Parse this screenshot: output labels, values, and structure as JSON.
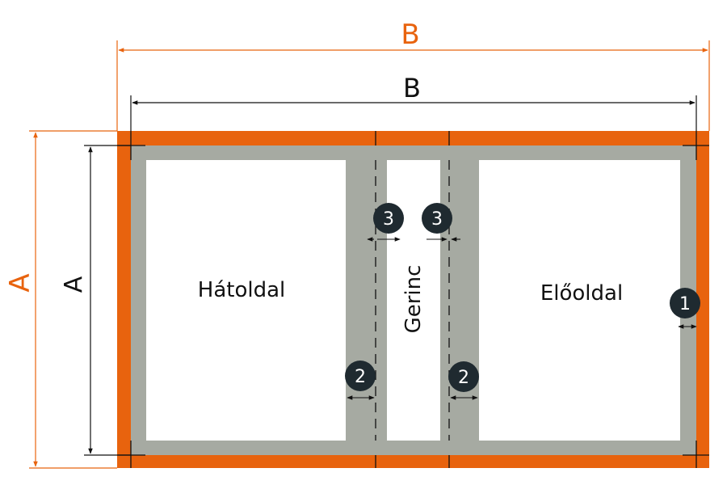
{
  "dimensions": {
    "outer_width_label": "B",
    "outer_height_label": "A",
    "inner_width_label": "B",
    "inner_height_label": "A"
  },
  "panels": {
    "back": "Hátoldal",
    "spine": "Gerinc",
    "front": "Előoldal"
  },
  "markers": {
    "edge": "1",
    "fold_left": "2",
    "fold_right": "2",
    "spine_left": "3",
    "spine_right": "3"
  },
  "colors": {
    "bleed": "#e8630e",
    "safe_margin": "#a6aaa2",
    "marker_bg": "#1f2a30",
    "line": "#111111"
  }
}
